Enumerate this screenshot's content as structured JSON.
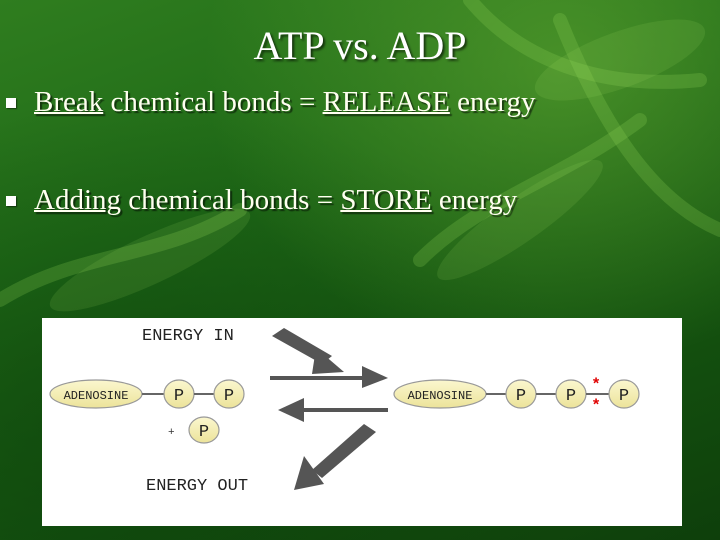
{
  "slide": {
    "title": "ATP vs. ADP",
    "bullets": [
      {
        "underlined": "Break",
        "rest": " chemical bonds = ",
        "underlined2": "RELEASE",
        "rest2": " energy"
      },
      {
        "underlined": "Adding",
        "rest": " chemical bonds = ",
        "underlined2": "STORE",
        "rest2": " energy"
      }
    ]
  },
  "diagram": {
    "energy_in": "ENERGY IN",
    "energy_out": "ENERGY OUT",
    "left_adenosine": "ADENOSINE",
    "left_p1": "P",
    "left_p2": "P",
    "plus": "+",
    "free_p": "P",
    "right_adenosine": "ADENOSINE",
    "right_p1": "P",
    "right_p2": "P",
    "right_p3": "P",
    "bond_mark_top": "*",
    "bond_mark_bottom": "*"
  },
  "colors": {
    "bubble_fill": "#f5f0b0",
    "bond_marks": "#e00000",
    "arrow_fill": "#555555"
  }
}
